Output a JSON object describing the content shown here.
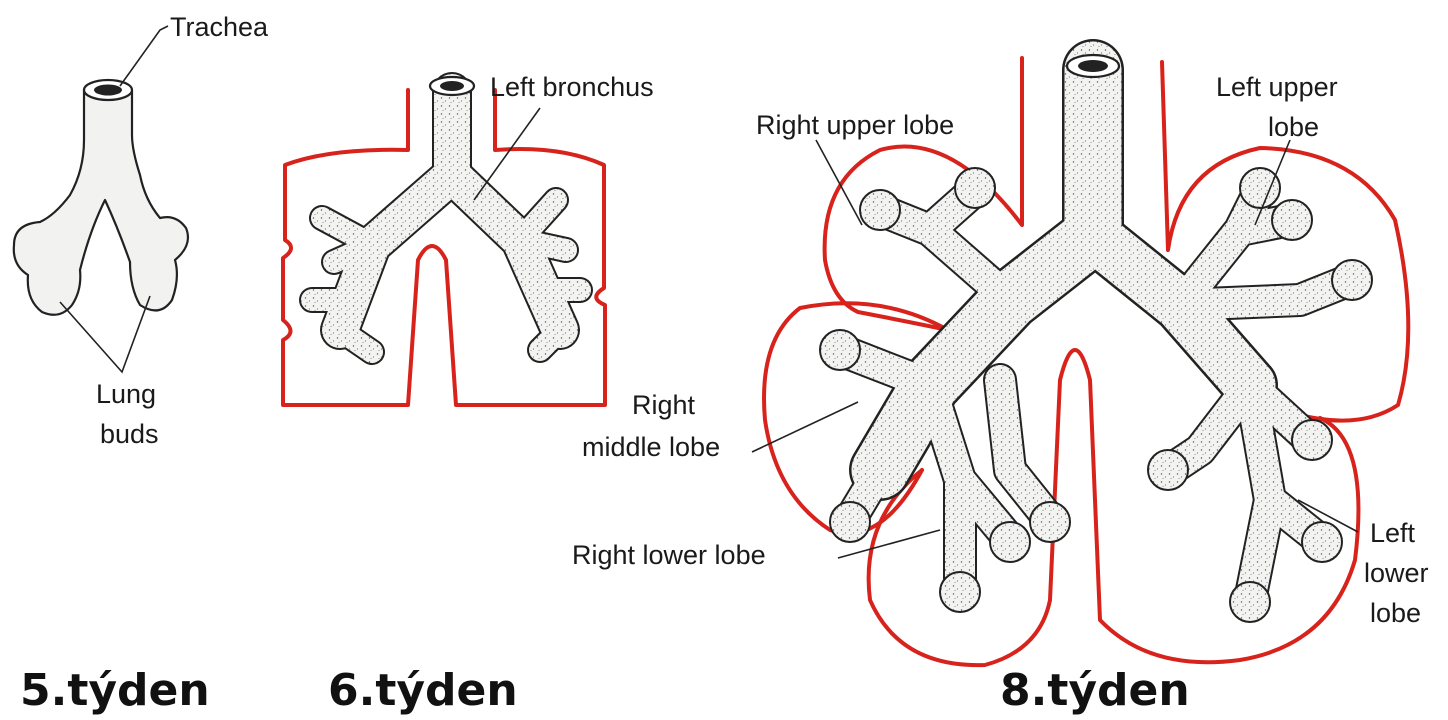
{
  "stages": [
    {
      "caption": "5.týden",
      "labels": {
        "trachea": "Trachea",
        "lung_buds": [
          "Lung",
          "buds"
        ]
      }
    },
    {
      "caption": "6.týden",
      "labels": {
        "left_bronchus": "Left bronchus"
      }
    },
    {
      "caption": "8.týden",
      "labels": {
        "right_upper_lobe": "Right upper lobe",
        "left_upper_lobe": [
          "Left upper",
          "lobe"
        ],
        "right_middle_lobe": [
          "Right",
          "middle lobe"
        ],
        "right_lower_lobe": "Right lower lobe",
        "left_lower_lobe": [
          "Left",
          "lower",
          "lobe"
        ]
      }
    }
  ],
  "colors": {
    "outline": "#d8231c",
    "tissue": "#f2f2f0",
    "ink": "#222222"
  }
}
